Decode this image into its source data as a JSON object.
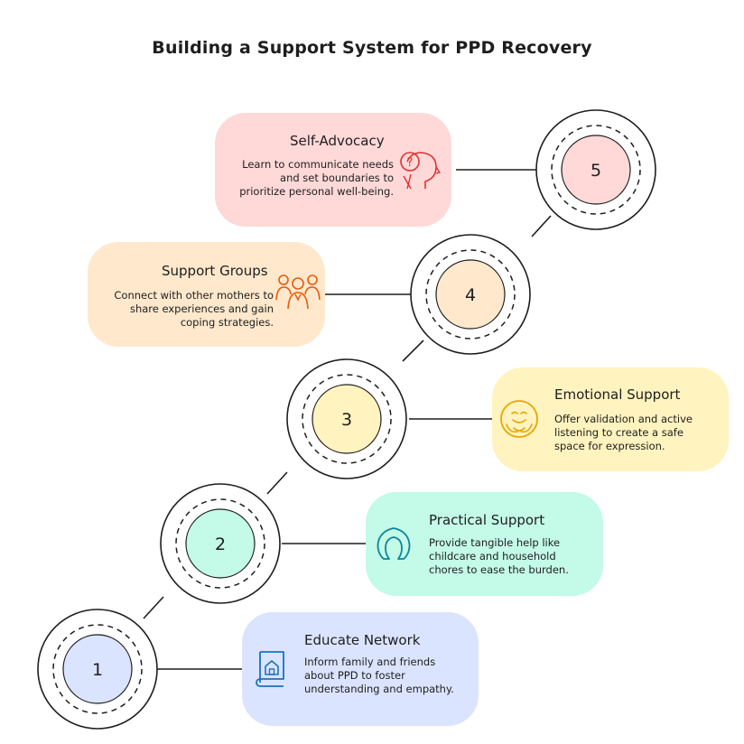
{
  "title": "Building a Support System for PPD Recovery",
  "steps": [
    {
      "number": "1",
      "title": "Educate Network",
      "description": "Inform family and friends about PPD to foster understanding and empathy.",
      "icon": "book-home-icon",
      "fill": "#dbe4ff",
      "inner": "#dbe4ff"
    },
    {
      "number": "2",
      "title": "Practical Support",
      "description": "Provide tangible help like childcare and household chores to ease the burden.",
      "icon": "horseshoe-pillow-icon",
      "fill": "#c3fae8",
      "inner": "#c3fae8"
    },
    {
      "number": "3",
      "title": "Emotional Support",
      "description": "Offer validation and active listening to create a safe space for expression.",
      "icon": "hugging-face-icon",
      "fill": "#fff3bf",
      "inner": "#fff3bf"
    },
    {
      "number": "4",
      "title": "Support Groups",
      "description": "Connect with other mothers to share experiences and gain coping strategies.",
      "icon": "group-of-people-icon",
      "fill": "#ffe8cc",
      "inner": "#ffe8cc"
    },
    {
      "number": "5",
      "title": "Self-Advocacy",
      "description": "Learn to communicate needs and set boundaries to prioritize personal well-being.",
      "icon": "head-question-icon",
      "fill": "#ffd8d8",
      "inner": "#ffd8d8"
    }
  ],
  "colors": {
    "stroke": "#1e1e1e",
    "icon_blue": "#1971c2",
    "icon_teal": "#0c8599",
    "icon_yellow": "#e6a700",
    "icon_orange": "#e8590c",
    "icon_red": "#e03131"
  }
}
